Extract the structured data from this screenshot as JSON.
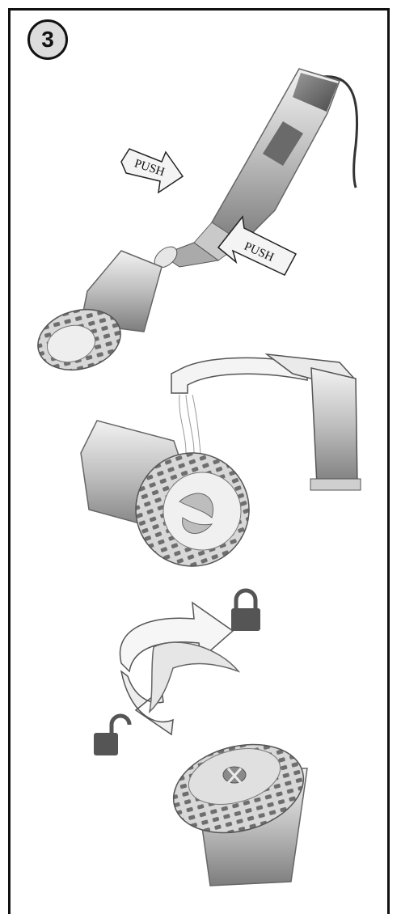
{
  "step_number": "3",
  "labels": {
    "push_left": "PUSH",
    "push_right": "PUSH"
  },
  "icons": {
    "lock": "lock-closed-icon",
    "unlock": "lock-open-icon",
    "rotate": "rotate-arrow-icon"
  },
  "colors": {
    "border": "#111111",
    "badge_fill": "#dcdcdc",
    "lock_fill": "#555555",
    "line_art": "#8a8a8a"
  }
}
